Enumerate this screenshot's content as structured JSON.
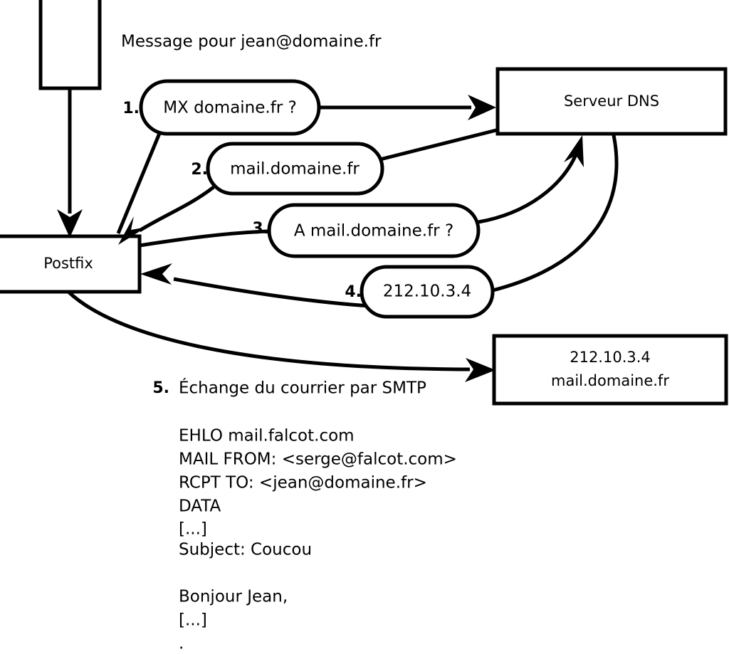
{
  "diagram": {
    "caption": "Message pour jean@domaine.fr",
    "nodes": {
      "mua": {
        "label": ""
      },
      "postfix": {
        "label": "Postfix"
      },
      "dns": {
        "label": "Serveur DNS"
      },
      "remote_mx": {
        "line1": "212.10.3.4",
        "line2": "mail.domaine.fr"
      }
    },
    "steps": [
      {
        "number": "1.",
        "label": "MX domaine.fr ?"
      },
      {
        "number": "2.",
        "label": "mail.domaine.fr"
      },
      {
        "number": "3.",
        "label": "A mail.domaine.fr ?"
      },
      {
        "number": "4.",
        "label": "212.10.3.4"
      }
    ],
    "step5": {
      "number": "5.",
      "label": "Échange du courrier par SMTP"
    },
    "smtp_transcript": [
      "EHLO mail.falcot.com",
      "MAIL FROM: <serge@falcot.com>",
      "RCPT TO: <jean@domaine.fr>",
      "DATA",
      "[...]",
      "Subject: Coucou",
      "",
      "Bonjour Jean,",
      "[...]",
      "."
    ],
    "colors": {
      "stroke": "#000000",
      "fill": "#ffffff",
      "background": "#ffffff"
    }
  }
}
